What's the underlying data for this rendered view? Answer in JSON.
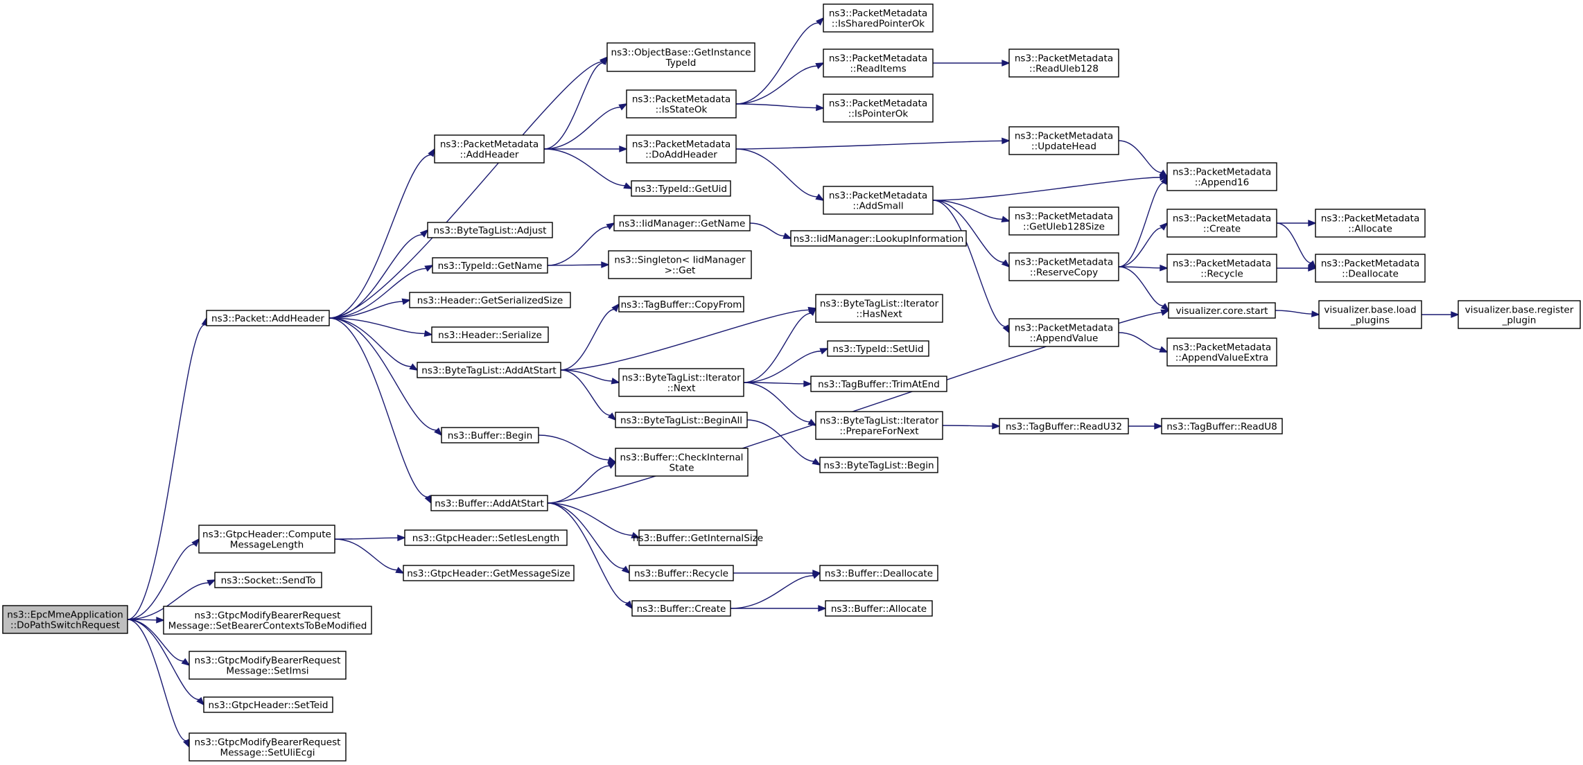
{
  "colors": {
    "edge": "#191970",
    "root_fill": "#bfbfbf",
    "node_fill": "#ffffff",
    "border": "#000000"
  },
  "nodes": [
    {
      "id": "root",
      "lines": [
        "ns3::EpcMmeApplication",
        "::DoPathSwitchRequest"
      ],
      "root": true
    },
    {
      "id": "pkt_addheader",
      "lines": [
        "ns3::Packet::AddHeader"
      ]
    },
    {
      "id": "gtpc_compute",
      "lines": [
        "ns3::GtpcHeader::Compute",
        "MessageLength"
      ]
    },
    {
      "id": "socket_sendto",
      "lines": [
        "ns3::Socket::SendTo"
      ]
    },
    {
      "id": "gmbr_setbearer",
      "lines": [
        "ns3::GtpcModifyBearerRequest",
        "Message::SetBearerContextsToBeModified"
      ]
    },
    {
      "id": "gmbr_setimsi",
      "lines": [
        "ns3::GtpcModifyBearerRequest",
        "Message::SetImsi"
      ]
    },
    {
      "id": "gtpc_setteid",
      "lines": [
        "ns3::GtpcHeader::SetTeid"
      ]
    },
    {
      "id": "gmbr_setuliecgi",
      "lines": [
        "ns3::GtpcModifyBearerRequest",
        "Message::SetUliEcgi"
      ]
    },
    {
      "id": "pm_addheader",
      "lines": [
        "ns3::PacketMetadata",
        "::AddHeader"
      ]
    },
    {
      "id": "btl_adjust",
      "lines": [
        "ns3::ByteTagList::Adjust"
      ]
    },
    {
      "id": "typeid_getname",
      "lines": [
        "ns3::TypeId::GetName"
      ]
    },
    {
      "id": "hdr_getsersize",
      "lines": [
        "ns3::Header::GetSerializedSize"
      ]
    },
    {
      "id": "hdr_serialize",
      "lines": [
        "ns3::Header::Serialize"
      ]
    },
    {
      "id": "btl_addatstart",
      "lines": [
        "ns3::ByteTagList::AddAtStart"
      ]
    },
    {
      "id": "buf_begin",
      "lines": [
        "ns3::Buffer::Begin"
      ]
    },
    {
      "id": "buf_addatstart",
      "lines": [
        "ns3::Buffer::AddAtStart"
      ]
    },
    {
      "id": "gtpc_setieslen",
      "lines": [
        "ns3::GtpcHeader::SetIesLength"
      ]
    },
    {
      "id": "gtpc_getmsgsize",
      "lines": [
        "ns3::GtpcHeader::GetMessageSize"
      ]
    },
    {
      "id": "objbase_getinst",
      "lines": [
        "ns3::ObjectBase::GetInstance",
        "TypeId"
      ]
    },
    {
      "id": "pm_isstateok",
      "lines": [
        "ns3::PacketMetadata",
        "::IsStateOk"
      ]
    },
    {
      "id": "pm_doaddheader",
      "lines": [
        "ns3::PacketMetadata",
        "::DoAddHeader"
      ]
    },
    {
      "id": "typeid_getuid",
      "lines": [
        "ns3::TypeId::GetUid"
      ]
    },
    {
      "id": "iid_getname",
      "lines": [
        "ns3::IidManager::GetName"
      ]
    },
    {
      "id": "singleton_get",
      "lines": [
        "ns3::Singleton< IidManager",
        ">::Get"
      ]
    },
    {
      "id": "tagbuf_copyfrom",
      "lines": [
        "ns3::TagBuffer::CopyFrom"
      ]
    },
    {
      "id": "btli_next",
      "lines": [
        "ns3::ByteTagList::Iterator",
        "::Next"
      ]
    },
    {
      "id": "btl_beginall",
      "lines": [
        "ns3::ByteTagList::BeginAll"
      ]
    },
    {
      "id": "buf_checkinternal",
      "lines": [
        "ns3::Buffer::CheckInternal",
        "State"
      ]
    },
    {
      "id": "buf_getinternalsize",
      "lines": [
        "ns3::Buffer::GetInternalSize"
      ]
    },
    {
      "id": "buf_recycle",
      "lines": [
        "ns3::Buffer::Recycle"
      ]
    },
    {
      "id": "buf_create",
      "lines": [
        "ns3::Buffer::Create"
      ]
    },
    {
      "id": "pm_issharedptrok",
      "lines": [
        "ns3::PacketMetadata",
        "::IsSharedPointerOk"
      ]
    },
    {
      "id": "pm_readitems",
      "lines": [
        "ns3::PacketMetadata",
        "::ReadItems"
      ]
    },
    {
      "id": "pm_ispointerok",
      "lines": [
        "ns3::PacketMetadata",
        "::IsPointerOk"
      ]
    },
    {
      "id": "pm_addsmall",
      "lines": [
        "ns3::PacketMetadata",
        "::AddSmall"
      ]
    },
    {
      "id": "iid_lookupinfo",
      "lines": [
        "ns3::IidManager::LookupInformation"
      ]
    },
    {
      "id": "btli_hasnext",
      "lines": [
        "ns3::ByteTagList::Iterator",
        "::HasNext"
      ]
    },
    {
      "id": "typeid_setuid",
      "lines": [
        "ns3::TypeId::SetUid"
      ]
    },
    {
      "id": "tagbuf_trimatend",
      "lines": [
        "ns3::TagBuffer::TrimAtEnd"
      ]
    },
    {
      "id": "btli_preparefornext",
      "lines": [
        "ns3::ByteTagList::Iterator",
        "::PrepareForNext"
      ]
    },
    {
      "id": "btl_begin",
      "lines": [
        "ns3::ByteTagList::Begin"
      ]
    },
    {
      "id": "buf_deallocate",
      "lines": [
        "ns3::Buffer::Deallocate"
      ]
    },
    {
      "id": "buf_allocate",
      "lines": [
        "ns3::Buffer::Allocate"
      ]
    },
    {
      "id": "pm_readuleb128",
      "lines": [
        "ns3::PacketMetadata",
        "::ReadUleb128"
      ]
    },
    {
      "id": "pm_updatehead",
      "lines": [
        "ns3::PacketMetadata",
        "::UpdateHead"
      ]
    },
    {
      "id": "pm_getuleb128size",
      "lines": [
        "ns3::PacketMetadata",
        "::GetUleb128Size"
      ]
    },
    {
      "id": "pm_reservecopy",
      "lines": [
        "ns3::PacketMetadata",
        "::ReserveCopy"
      ]
    },
    {
      "id": "pm_appendvalue",
      "lines": [
        "ns3::PacketMetadata",
        "::AppendValue"
      ]
    },
    {
      "id": "tagbuf_readu32",
      "lines": [
        "ns3::TagBuffer::ReadU32"
      ]
    },
    {
      "id": "pm_append16",
      "lines": [
        "ns3::PacketMetadata",
        "::Append16"
      ]
    },
    {
      "id": "pm_create",
      "lines": [
        "ns3::PacketMetadata",
        "::Create"
      ]
    },
    {
      "id": "pm_recycle",
      "lines": [
        "ns3::PacketMetadata",
        "::Recycle"
      ]
    },
    {
      "id": "viz_core_start",
      "lines": [
        "visualizer.core.start"
      ]
    },
    {
      "id": "pm_appendvalueextra",
      "lines": [
        "ns3::PacketMetadata",
        "::AppendValueExtra"
      ]
    },
    {
      "id": "tagbuf_readu8",
      "lines": [
        "ns3::TagBuffer::ReadU8"
      ]
    },
    {
      "id": "pm_allocate",
      "lines": [
        "ns3::PacketMetadata",
        "::Allocate"
      ]
    },
    {
      "id": "pm_deallocate",
      "lines": [
        "ns3::PacketMetadata",
        "::Deallocate"
      ]
    },
    {
      "id": "viz_base_load",
      "lines": [
        "visualizer.base.load",
        "_plugins"
      ]
    },
    {
      "id": "viz_base_register",
      "lines": [
        "visualizer.base.register",
        "_plugin"
      ]
    }
  ],
  "edges": [
    [
      "root",
      "pkt_addheader"
    ],
    [
      "root",
      "gtpc_compute"
    ],
    [
      "root",
      "socket_sendto"
    ],
    [
      "root",
      "gmbr_setbearer"
    ],
    [
      "root",
      "gmbr_setimsi"
    ],
    [
      "root",
      "gtpc_setteid"
    ],
    [
      "root",
      "gmbr_setuliecgi"
    ],
    [
      "pkt_addheader",
      "objbase_getinst"
    ],
    [
      "pkt_addheader",
      "pm_addheader"
    ],
    [
      "pkt_addheader",
      "btl_adjust"
    ],
    [
      "pkt_addheader",
      "typeid_getname"
    ],
    [
      "pkt_addheader",
      "hdr_getsersize"
    ],
    [
      "pkt_addheader",
      "hdr_serialize"
    ],
    [
      "pkt_addheader",
      "btl_addatstart"
    ],
    [
      "pkt_addheader",
      "buf_begin"
    ],
    [
      "pkt_addheader",
      "buf_addatstart"
    ],
    [
      "gtpc_compute",
      "gtpc_setieslen"
    ],
    [
      "gtpc_compute",
      "gtpc_getmsgsize"
    ],
    [
      "pm_addheader",
      "objbase_getinst"
    ],
    [
      "pm_addheader",
      "pm_isstateok"
    ],
    [
      "pm_addheader",
      "pm_doaddheader"
    ],
    [
      "pm_addheader",
      "typeid_getuid"
    ],
    [
      "typeid_getname",
      "iid_getname"
    ],
    [
      "typeid_getname",
      "singleton_get"
    ],
    [
      "btl_addatstart",
      "tagbuf_copyfrom"
    ],
    [
      "btl_addatstart",
      "btli_hasnext"
    ],
    [
      "btl_addatstart",
      "btli_next"
    ],
    [
      "btl_addatstart",
      "btl_beginall"
    ],
    [
      "buf_begin",
      "buf_checkinternal"
    ],
    [
      "buf_addatstart",
      "buf_checkinternal"
    ],
    [
      "buf_addatstart",
      "viz_core_start"
    ],
    [
      "buf_addatstart",
      "buf_getinternalsize"
    ],
    [
      "buf_addatstart",
      "buf_recycle"
    ],
    [
      "buf_addatstart",
      "buf_create"
    ],
    [
      "pm_isstateok",
      "pm_issharedptrok"
    ],
    [
      "pm_isstateok",
      "pm_readitems"
    ],
    [
      "pm_isstateok",
      "pm_ispointerok"
    ],
    [
      "pm_doaddheader",
      "pm_updatehead"
    ],
    [
      "pm_doaddheader",
      "pm_addsmall"
    ],
    [
      "iid_getname",
      "iid_lookupinfo"
    ],
    [
      "btli_next",
      "btli_hasnext"
    ],
    [
      "btli_next",
      "typeid_setuid"
    ],
    [
      "btli_next",
      "tagbuf_trimatend"
    ],
    [
      "btli_next",
      "btli_preparefornext"
    ],
    [
      "btl_beginall",
      "btl_begin"
    ],
    [
      "buf_recycle",
      "buf_deallocate"
    ],
    [
      "buf_create",
      "buf_deallocate"
    ],
    [
      "buf_create",
      "buf_allocate"
    ],
    [
      "pm_readitems",
      "pm_readuleb128"
    ],
    [
      "pm_addsmall",
      "pm_append16"
    ],
    [
      "pm_addsmall",
      "pm_getuleb128size"
    ],
    [
      "pm_addsmall",
      "pm_reservecopy"
    ],
    [
      "pm_addsmall",
      "pm_appendvalue"
    ],
    [
      "btli_preparefornext",
      "tagbuf_readu32"
    ],
    [
      "pm_updatehead",
      "pm_append16"
    ],
    [
      "pm_reservecopy",
      "pm_append16"
    ],
    [
      "pm_reservecopy",
      "pm_create"
    ],
    [
      "pm_reservecopy",
      "pm_recycle"
    ],
    [
      "pm_reservecopy",
      "viz_core_start"
    ],
    [
      "pm_appendvalue",
      "pm_appendvalueextra"
    ],
    [
      "tagbuf_readu32",
      "tagbuf_readu8"
    ],
    [
      "pm_create",
      "pm_allocate"
    ],
    [
      "pm_create",
      "pm_deallocate"
    ],
    [
      "pm_recycle",
      "pm_deallocate"
    ],
    [
      "viz_core_start",
      "viz_base_load"
    ],
    [
      "viz_base_load",
      "viz_base_register"
    ]
  ]
}
